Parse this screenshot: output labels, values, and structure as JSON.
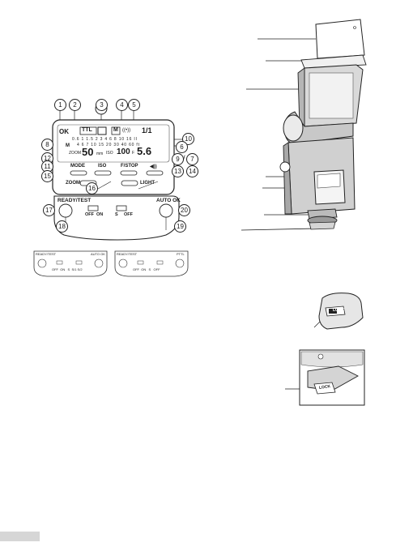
{
  "callouts": [
    "1",
    "2",
    "3",
    "4",
    "5",
    "6",
    "7",
    "8",
    "9",
    "10",
    "11",
    "12",
    "13",
    "14",
    "15",
    "16",
    "17",
    "18",
    "19",
    "20"
  ],
  "lcd": {
    "ok": "OK",
    "mode_ttl": "TTL",
    "mode_m": "M",
    "mode_multi": "((•))",
    "fraction": "1/1",
    "scale_top": "0.6 1 1.5 2 3 4 6 8 10 16 II",
    "scale_bottom": "4 6 7 10 15 20 30 40 60 ft",
    "m_label": "M",
    "zoom_label": "ZOOM",
    "zoom_value": "50",
    "zoom_unit": "mm",
    "iso_label": "ISO",
    "iso_value": "100",
    "f_label": "F",
    "f_value": "5.6",
    "btn_mode": "MODE",
    "btn_iso": "ISO",
    "btn_fstop": "F/STOP",
    "btn_sound": "◀))",
    "btn_zoom": "ZOOM",
    "btn_light": "LIGHT"
  },
  "control_panel": {
    "ready": "READY/TEST",
    "auto_ok": "AUTO OK",
    "off": "OFF",
    "on": "ON",
    "s": "S",
    "off2": "OFF"
  },
  "mini_panel_a": {
    "ready": "READY/TEST",
    "right": "AUTO OK",
    "labels": "OFF  ON   S  S/1 S/2"
  },
  "mini_panel_b": {
    "ready": "READY/TEST",
    "right": "PTTL",
    "labels": "OFF  ON   S   OFF"
  },
  "lock_label": "LOCK"
}
